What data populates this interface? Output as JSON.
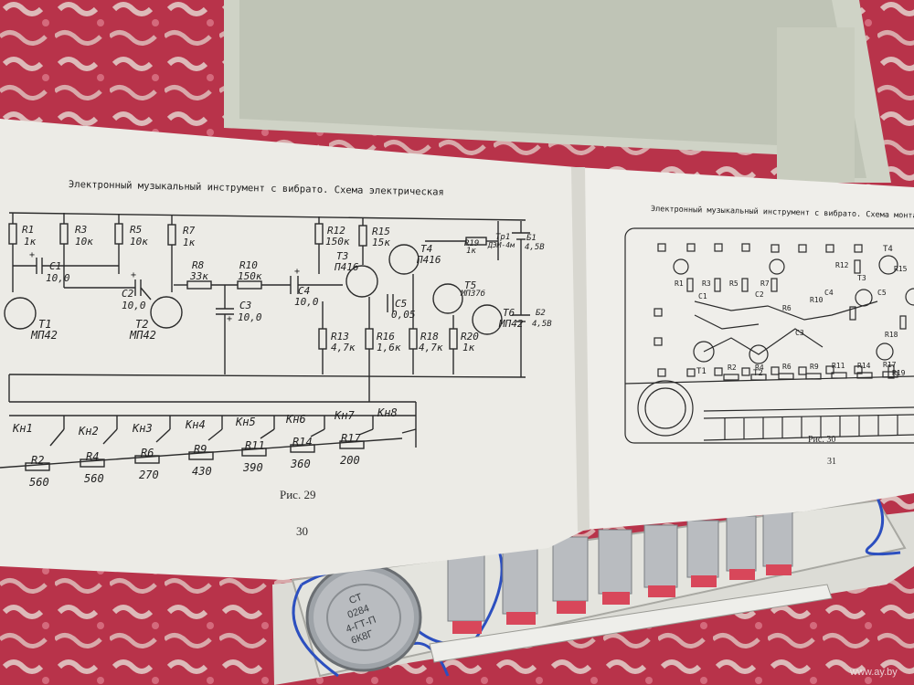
{
  "scene": {
    "colors": {
      "carpet": "#b8334a",
      "carpet_light": "#e6dcd4",
      "box_plastic": "#cfd3c6",
      "box_inner": "#bfc4b6",
      "paper": "#ecebe6",
      "paper_shadow": "#d8d7d0",
      "ink": "#2b2b2b",
      "key_red": "#d8475a",
      "wire_blue": "#2c4fbf",
      "metal": "#b9bcc0"
    }
  },
  "book": {
    "left_page": {
      "title": "Электронный музыкальный инструмент с вибрато. Схема электрическая",
      "figure_caption": "Рис. 29",
      "page_number": "30",
      "components": {
        "r1": "R1",
        "r1v": "1к",
        "r3": "R3",
        "r3v": "10к",
        "r5": "R5",
        "r5v": "10к",
        "r7": "R7",
        "r7v": "1к",
        "c1": "C1",
        "c1v": "10,0",
        "c2": "C2",
        "c2v": "10,0",
        "r8": "R8",
        "r8v": "33к",
        "r10": "R10",
        "r10v": "150к",
        "c3": "C3",
        "c3v": "10,0",
        "c4": "C4",
        "c4v": "10,0",
        "r12": "R12",
        "r12v": "150к",
        "r15": "R15",
        "r15v": "15к",
        "t3": "T3",
        "t3v": "П416",
        "t4": "T4",
        "t4v": "П416",
        "r19": "R19",
        "r19v": "1к",
        "tp1": "Тр1",
        "tp1v": "ДЭМ-4м",
        "b1": "Б1",
        "b1v": "4,5В",
        "b2": "Б2",
        "b2v": "4,5В",
        "t5": "T5",
        "t5v": "МП37б",
        "t6": "T6",
        "t6v": "МП42",
        "c5": "C5",
        "c5v": "0,05",
        "r13": "R13",
        "r13v": "4,7к",
        "r16": "R16",
        "r16v": "1,6к",
        "r18": "R18",
        "r18v": "4,7к",
        "r20": "R20",
        "r20v": "1к",
        "t1": "T1",
        "t1v": "МП42",
        "t2": "T2",
        "t2v": "МП42"
      },
      "keys": [
        "Кн1",
        "Кн2",
        "Кн3",
        "Кн4",
        "Кн5",
        "Кн6",
        "Кн7",
        "Кн8"
      ],
      "key_resistors": [
        {
          "name": "R2",
          "value": "560"
        },
        {
          "name": "R4",
          "value": "560"
        },
        {
          "name": "R6",
          "value": "270"
        },
        {
          "name": "R9",
          "value": "430"
        },
        {
          "name": "R11",
          "value": "390"
        },
        {
          "name": "R14",
          "value": "360"
        },
        {
          "name": "R17",
          "value": "200"
        }
      ]
    },
    "right_page": {
      "title": "Электронный музыкальный инструмент с вибрато. Схема монтажная",
      "figure_caption": "Рис. 30",
      "page_number": "31",
      "labels": {
        "r1": "R1",
        "r3": "R3",
        "r5": "R5",
        "r7": "R7",
        "c1": "C1",
        "c2": "C2",
        "r6": "R6",
        "c3": "C3",
        "r10": "R10",
        "c4": "C4",
        "r12": "R12",
        "t3": "T3",
        "t4": "T4",
        "c5": "C5",
        "r15": "R15",
        "r18": "R18",
        "r19": "R19",
        "t1": "T1",
        "t2": "T2",
        "b_r2": "R2",
        "b_r4": "R4",
        "b_r6": "R6",
        "b_r9": "R9",
        "b_r11": "R11",
        "b_r14": "R14",
        "b_r17": "R17"
      }
    }
  },
  "capacitor": {
    "line1": "СТ",
    "line2": "0284",
    "line3": "4-ГТ-П",
    "line4": "6К8Г"
  },
  "watermark": "www.ay.by"
}
